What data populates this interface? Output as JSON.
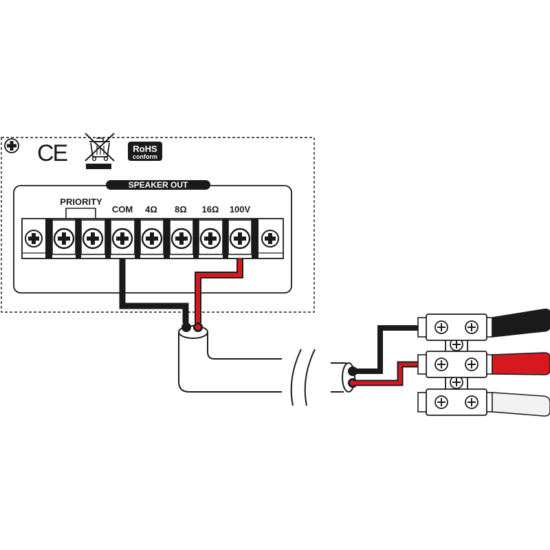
{
  "panel": {
    "ce_mark": "CE",
    "rohs": {
      "line1": "RoHS",
      "line2": "conform"
    },
    "weee_icon": "crossed-out-wheelie-bin-icon"
  },
  "terminal_block": {
    "title": "SPEAKER OUT",
    "priority_label": "PRIORITY",
    "terminals": [
      "COM",
      "4Ω",
      "8Ω",
      "16Ω",
      "100V"
    ]
  },
  "wires": {
    "com_color": "#1a1a1a",
    "tap_color": "#d7191f",
    "spare_color": "#f2f2f2"
  },
  "colors": {
    "ink": "#1a1a1a",
    "red": "#d7191f",
    "grey": "#bdbdbd"
  }
}
